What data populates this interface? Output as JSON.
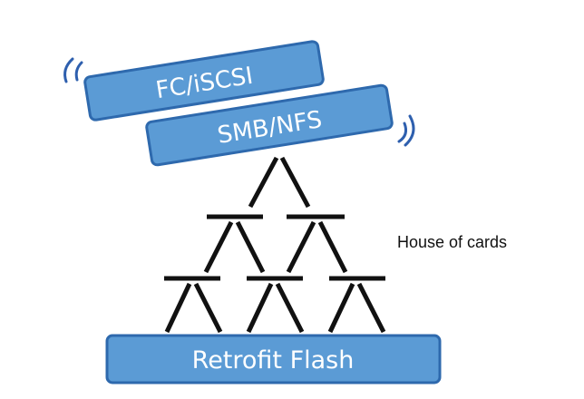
{
  "diagram": {
    "top_block_1": {
      "label": "FC/iSCSI"
    },
    "top_block_2": {
      "label": "SMB/NFS"
    },
    "base_block": {
      "label": "Retrofit Flash"
    },
    "annotation": "House of cards",
    "pyramid_levels": 3,
    "colors": {
      "block_fill": "#5b9bd5",
      "block_border": "#2e69ad",
      "card": "#111111",
      "shake_marks": "#2e5fae"
    }
  }
}
